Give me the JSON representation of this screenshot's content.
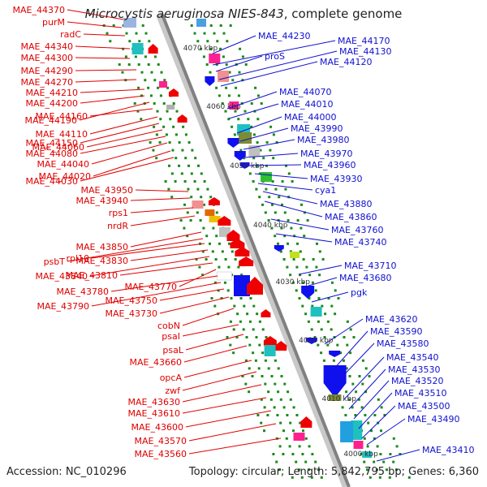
{
  "title": {
    "organism": "Microcystis aeruginosa NIES-843",
    "rest": ", complete genome"
  },
  "accession": "Accession: NC_010296",
  "topology": "Topology: circular; Length: 5,842,795 bp; Genes: 6,360",
  "colors": {
    "left_labels": "#e00000",
    "right_labels": "#1010d0",
    "backbone": "#808080",
    "ticks": "#1a8a1a",
    "fwd": "#ee0000",
    "rev": "#1010ee"
  },
  "scale_ticks": [
    "4070 kbp",
    "4060 kbp",
    "4050 kbp",
    "4040 kbp",
    "4030 kbp",
    "4020 kbp",
    "4010 kbp",
    "4000 kbp"
  ],
  "left_labels": [
    "MAE_44370",
    "purM",
    "radC",
    "MAE_44340",
    "MAE_44300",
    "MAE_44290",
    "MAE_44270",
    "MAE_44210",
    "MAE_44200",
    "MAE_44190",
    "MAE_44160",
    "MAE_44110",
    "MAE_44150",
    "MAE_44060",
    "MAE_44080",
    "MAE_44040",
    "MAE_44020",
    "MAE_44030",
    "MAE_43950",
    "MAE_43940",
    "rps1",
    "nrdR",
    "MAE_43850",
    "psbT",
    "rpl10",
    "MAE_43830",
    "MAE_43840",
    "MAE_43810",
    "MAE_43770",
    "MAE_43780",
    "MAE_43790",
    "MAE_43750",
    "MAE_43730",
    "cobN",
    "psaI",
    "psaL",
    "MAE_43660",
    "opcA",
    "zwf",
    "MAE_43630",
    "MAE_43610",
    "MAE_43600",
    "MAE_43570",
    "MAE_43560"
  ],
  "right_labels": [
    "MAE_44230",
    "MAE_44170",
    "proS",
    "MAE_44130",
    "MAE_44120",
    "MAE_44070",
    "MAE_44010",
    "MAE_44000",
    "MAE_43990",
    "MAE_43980",
    "MAE_43970",
    "MAE_43960",
    "MAE_43930",
    "cya1",
    "MAE_43880",
    "MAE_43860",
    "MAE_43760",
    "MAE_43740",
    "MAE_43710",
    "MAE_43680",
    "pgk",
    "MAE_43620",
    "MAE_43590",
    "MAE_43580",
    "MAE_43540",
    "MAE_43530",
    "MAE_43520",
    "MAE_43510",
    "MAE_43500",
    "MAE_43490",
    "MAE_43410"
  ]
}
